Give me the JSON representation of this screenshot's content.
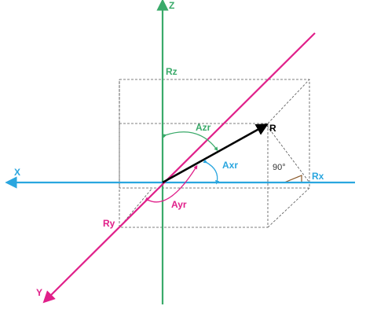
{
  "labels": {
    "z": "Z",
    "x": "X",
    "y": "Y",
    "rz": "Rz",
    "rx": "Rx",
    "ry": "Ry",
    "r": "R",
    "azr": "Azr",
    "axr": "Axr",
    "ayr": "Ayr",
    "right_angle": "90°"
  },
  "colors": {
    "z_axis": "#3aaa6a",
    "x_axis": "#2aa6df",
    "y_axis": "#e0208a",
    "vector": "#000000",
    "box": "#555555"
  }
}
